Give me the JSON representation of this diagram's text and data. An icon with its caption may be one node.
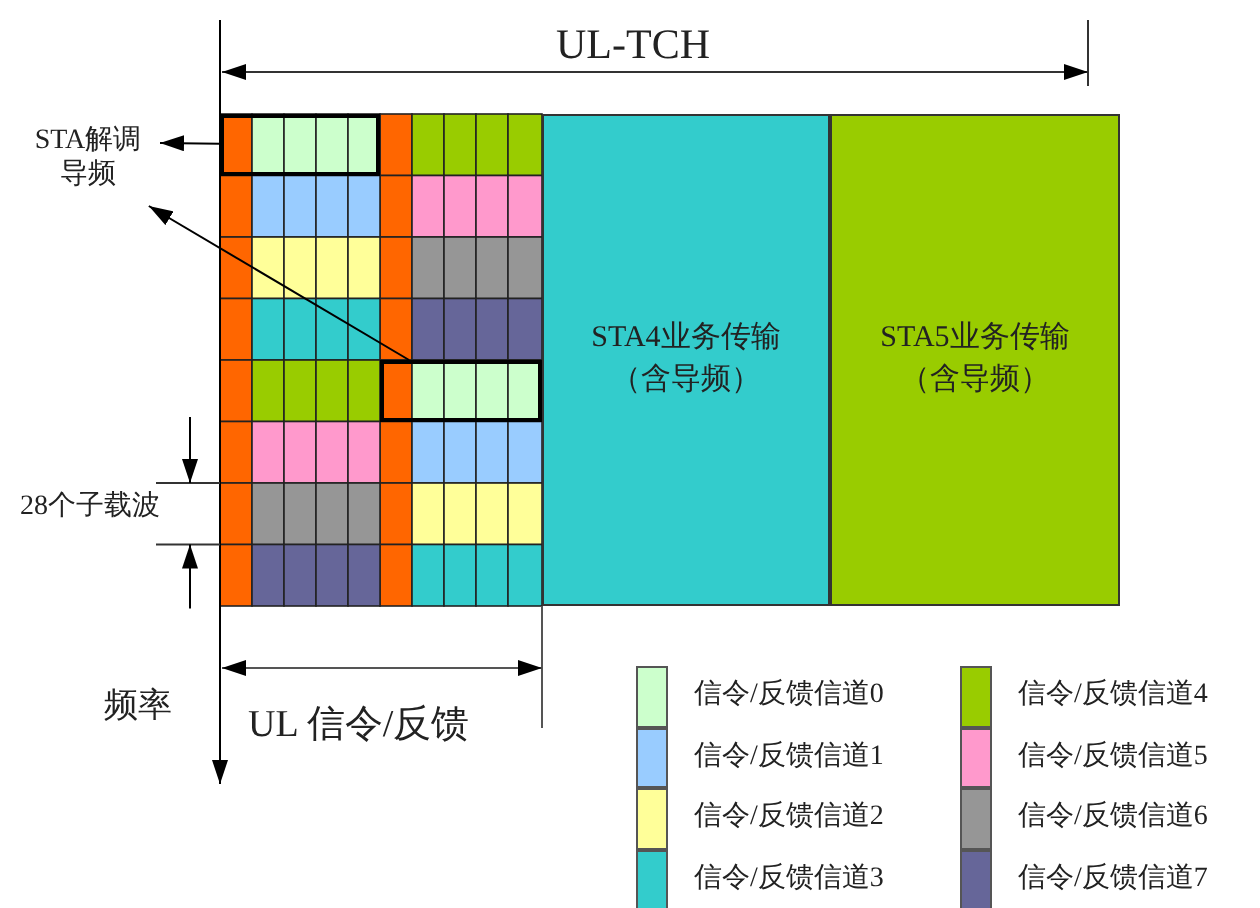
{
  "diagram": {
    "nodes": [
      {
        "text": [
          "STA解调导频"
        ]
      },
      {
        "text": [],
        "shape": "box"
      },
      {
        "text": [],
        "shape": "box"
      },
      {
        "text": [
          "STA4业务传输（含导频）"
        ]
      },
      {
        "text": [
          "STA5业务传输（含导频）"
        ]
      }
    ],
    "edges": [
      {
        "from": 1,
        "to": 0,
        "arrow": "to"
      },
      {
        "from": 2,
        "to": 0,
        "arrow": "to"
      }
    ],
    "labels": [
      "UL-TCH",
      "28个子载波",
      "频率",
      "UL 信令/反馈"
    ],
    "legend": [
      {
        "text": "信令/反馈信道0",
        "color": "#ccffcc"
      },
      {
        "text": "信令/反馈信道1",
        "color": "#99ccff"
      },
      {
        "text": "信令/反馈信道2",
        "color": "#ffff99"
      },
      {
        "text": "信令/反馈信道3",
        "color": "#33cccc"
      },
      {
        "text": "信令/反馈信道4",
        "color": "#99cc00"
      },
      {
        "text": "信令/反馈信道5",
        "color": "#ff99cc"
      },
      {
        "text": "信令/反馈信道6",
        "color": "#969696"
      },
      {
        "text": "信令/反馈信道7",
        "color": "#666699"
      }
    ]
  }
}
